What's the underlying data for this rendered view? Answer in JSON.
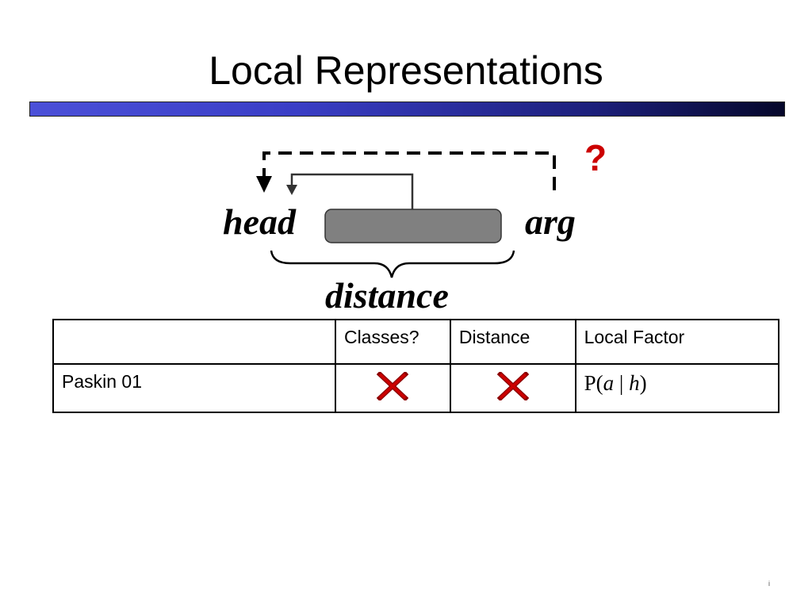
{
  "slide": {
    "title": "Local Representations",
    "page_number": "i"
  },
  "diagram": {
    "head_label": "head",
    "arg_label": "arg",
    "distance_label": "distance",
    "question_mark": "?",
    "colors": {
      "question": "#cc0000",
      "box_fill": "#808080",
      "arrow": "#333333"
    }
  },
  "table": {
    "headers": [
      "",
      "Classes?",
      "Distance",
      "Local Factor"
    ],
    "rows": [
      {
        "name": "Paskin 01",
        "classes": "no",
        "distance": "no",
        "factor_prefix": "P(",
        "factor_a": "a",
        "factor_sep": " | ",
        "factor_h": "h",
        "factor_suffix": ")"
      }
    ],
    "cross_icon_color": "#cc0000"
  }
}
